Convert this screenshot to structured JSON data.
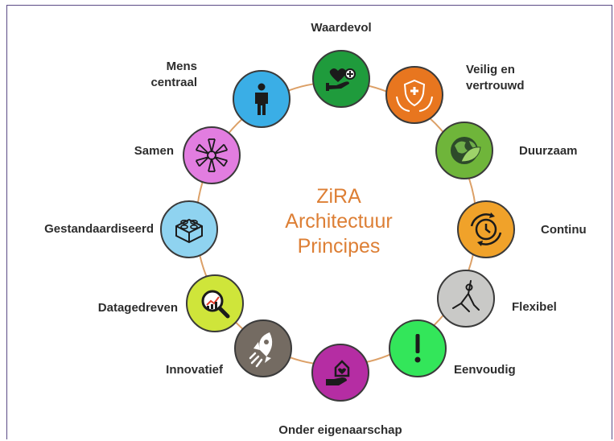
{
  "title": {
    "lines": [
      "ZiRA",
      "Architectuur",
      "Principes"
    ],
    "color": "#dd7f35"
  },
  "ring_color": "#dca067",
  "label_color": "#2d2d2d",
  "principles": [
    {
      "label": [
        "Waardevol"
      ],
      "color": "#1f9b3c",
      "icon": "hand-heart-icon"
    },
    {
      "label": [
        "Veilig en",
        "vertrouwd"
      ],
      "color": "#e8761f",
      "icon": "shield-hands-icon"
    },
    {
      "label": [
        "Duurzaam"
      ],
      "color": "#6fb53a",
      "icon": "globe-leaf-icon"
    },
    {
      "label": [
        "Continu"
      ],
      "color": "#f0a22a",
      "icon": "clock-cycle-icon"
    },
    {
      "label": [
        "Flexibel"
      ],
      "color": "#c9c9c7",
      "icon": "stretching-person-icon"
    },
    {
      "label": [
        "Eenvoudig"
      ],
      "color": "#33e65a",
      "icon": "exclamation-icon"
    },
    {
      "label": [
        "Onder eigenaarschap"
      ],
      "color": "#b52da3",
      "icon": "hand-house-icon"
    },
    {
      "label": [
        "Innovatief"
      ],
      "color": "#746b62",
      "icon": "rocket-icon"
    },
    {
      "label": [
        "Datagedreven"
      ],
      "color": "#cfe53a",
      "icon": "magnifier-chart-icon"
    },
    {
      "label": [
        "Gestandaardiseerd"
      ],
      "color": "#8fd3f0",
      "icon": "building-block-icon"
    },
    {
      "label": [
        "Samen"
      ],
      "color": "#e27de0",
      "icon": "hands-together-icon"
    },
    {
      "label": [
        "Mens",
        "centraal"
      ],
      "color": "#3aaee6",
      "icon": "person-icon"
    }
  ]
}
